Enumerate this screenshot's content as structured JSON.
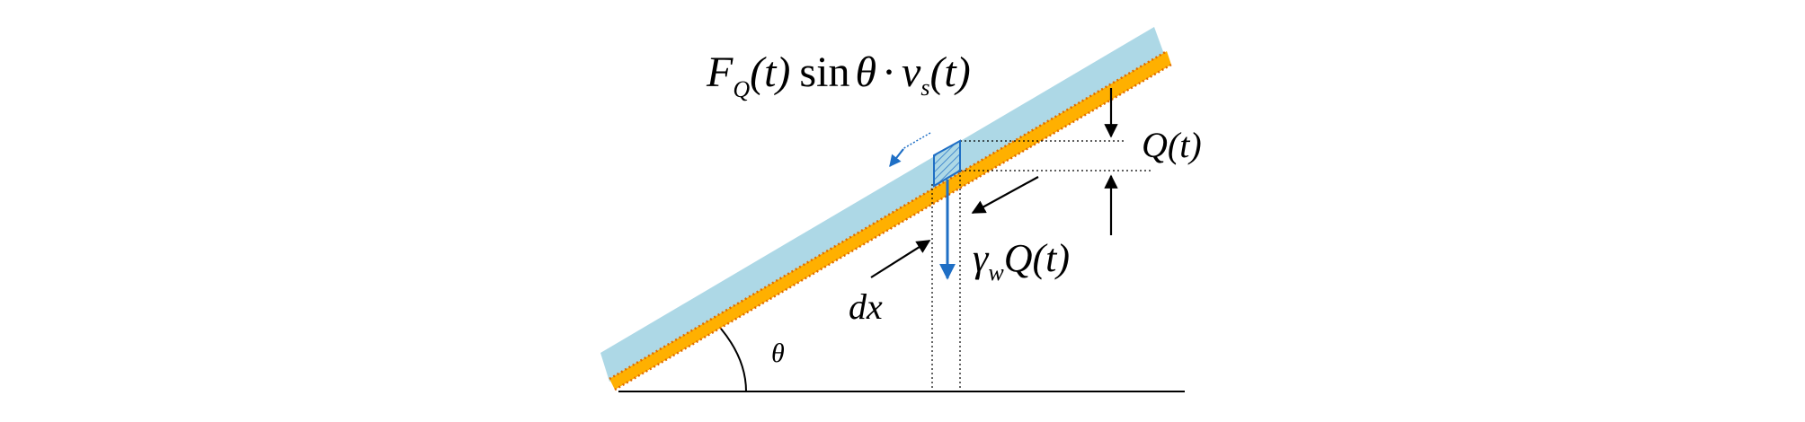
{
  "formula": {
    "F": "F",
    "Q_sub": "Q",
    "t_paren": "(t)",
    "sin": "sin",
    "theta": "θ",
    "dot": "·",
    "v": "v",
    "s_sub": "s",
    "t_paren2": "(t)"
  },
  "labels": {
    "Q_t": "Q(t)",
    "gamma": "γ",
    "w_sub": "w",
    "gamma_rest": "Q(t)",
    "dx": "dx",
    "theta": "θ"
  },
  "colors": {
    "water_layer": "#add8e6",
    "soil_layer": "#ffb000",
    "soil_dots": "#e06a00",
    "element": "#1f6fc5",
    "black": "#000000"
  }
}
